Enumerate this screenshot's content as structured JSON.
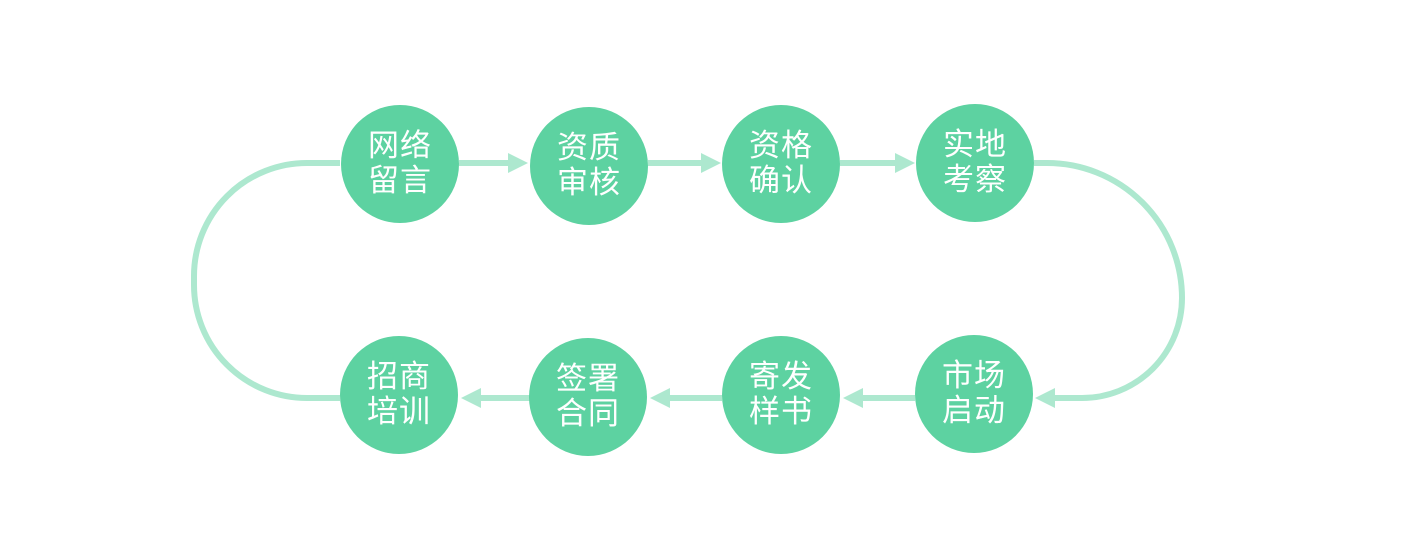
{
  "colors": {
    "node_fill": "#5dd2a1",
    "connector": "#ade8cf",
    "label": "#ffffff"
  },
  "steps": [
    {
      "line1": "网络",
      "line2": "留言"
    },
    {
      "line1": "资质",
      "line2": "审核"
    },
    {
      "line1": "资格",
      "line2": "确认"
    },
    {
      "line1": "实地",
      "line2": "考察"
    },
    {
      "line1": "市场",
      "line2": "启动"
    },
    {
      "line1": "寄发",
      "line2": "样书"
    },
    {
      "line1": "签署",
      "line2": "合同"
    },
    {
      "line1": "招商",
      "line2": "培训"
    }
  ]
}
